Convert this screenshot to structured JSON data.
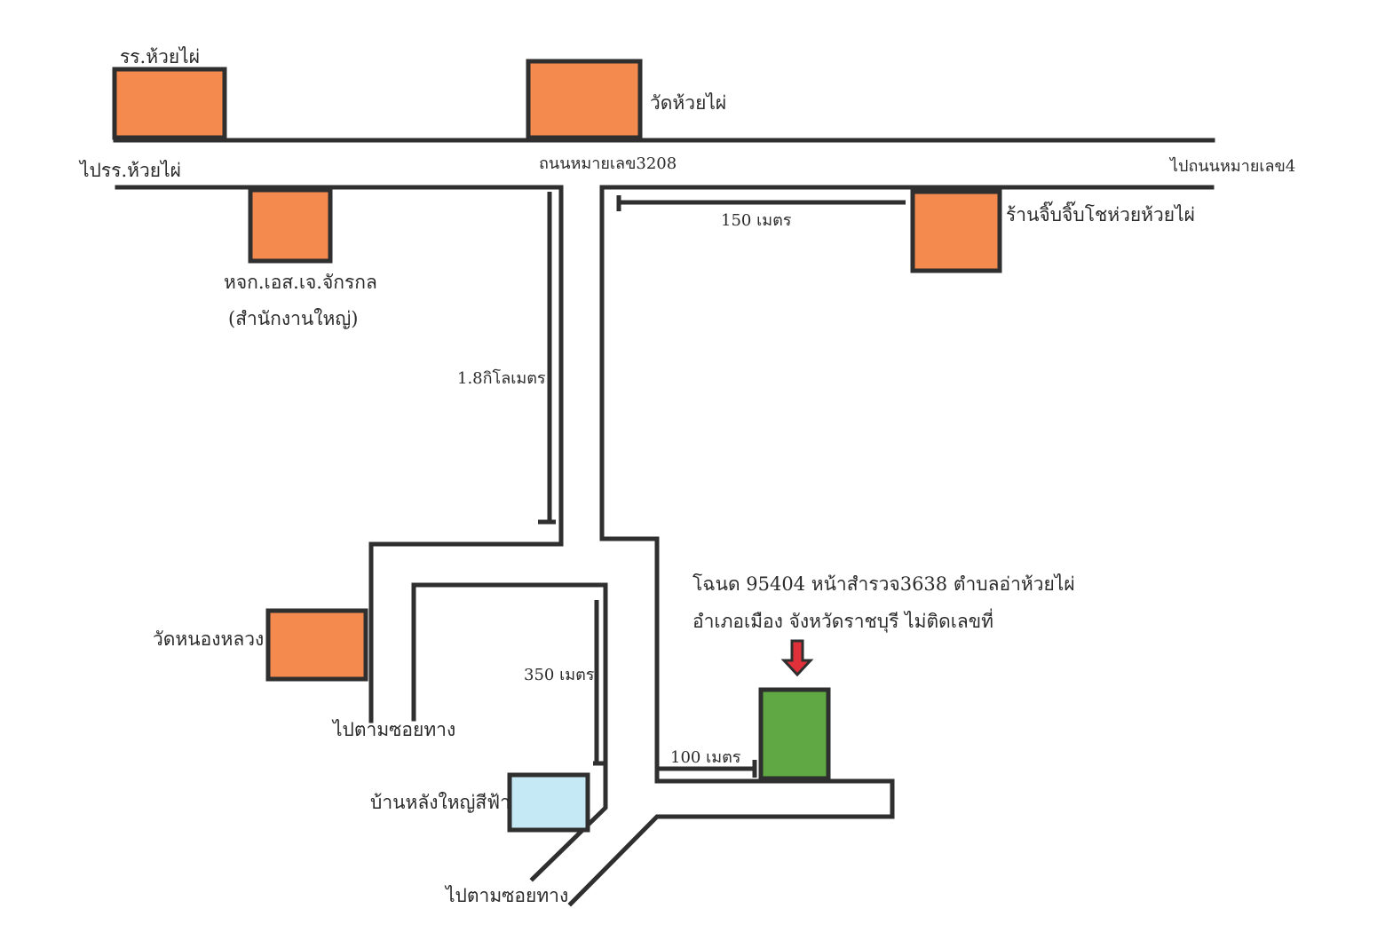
{
  "colors": {
    "landmark": "#f58a4f",
    "target": "#5fa843",
    "blue_house": "#c5eaf5",
    "road": "#2f2f2f",
    "marker_arrow": "#e0303a"
  },
  "landmarks": {
    "school": "รร.ห้วยไผ่",
    "temple": "วัดห้วยไผ่",
    "company_line1": "หจก.เอส.เจ.จักรกล",
    "company_line2": "(สำนักงานใหญ่)",
    "shop": "ร้านจิ๊บจิ๊บโชห่วยห้วยไผ่",
    "temple_nong_luang": "วัดหนองหลวง",
    "blue_house": "บ้านหลังใหญ่สีฟ้า"
  },
  "roads": {
    "to_school": "ไปรร.ห้วยไผ่",
    "highway": "ถนนหมายเลข3208",
    "to_highway4": "ไปถนนหมายเลข4",
    "to_soi_1": "ไปตามซอยทาง",
    "to_soi_2": "ไปตามซอยทาง"
  },
  "distances": {
    "d150": "150 เมตร",
    "d1_8km": "1.8กิโลเมตร",
    "d350": "350 เมตร",
    "d100": "100 เมตร"
  },
  "target": {
    "line1": "โฉนด 95404 หน้าสำรวจ3638  ตำบลอ่าห้วยไผ่",
    "line2": "อำเภอเมือง จังหวัดราชบุรี  ไม่ติดเลขที่",
    "marker": "down-arrow"
  }
}
